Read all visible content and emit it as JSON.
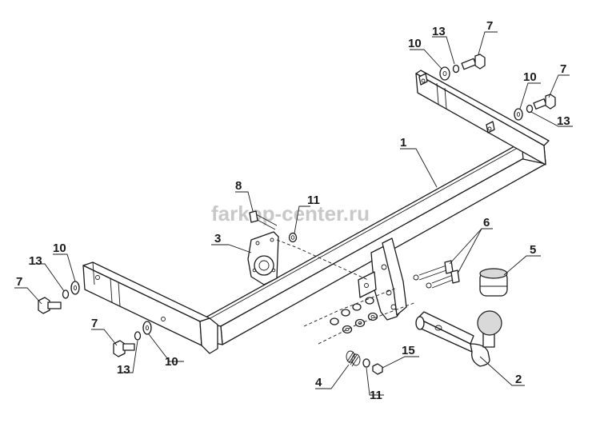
{
  "watermark": "farkop-center.ru",
  "callouts": [
    {
      "id": "c1",
      "text": "1"
    },
    {
      "id": "c2",
      "text": "2"
    },
    {
      "id": "c3",
      "text": "3"
    },
    {
      "id": "c4",
      "text": "4"
    },
    {
      "id": "c5",
      "text": "5"
    },
    {
      "id": "c6",
      "text": "6"
    },
    {
      "id": "c7a",
      "text": "7"
    },
    {
      "id": "c7b",
      "text": "7"
    },
    {
      "id": "c7c",
      "text": "7"
    },
    {
      "id": "c7d",
      "text": "7"
    },
    {
      "id": "c8",
      "text": "8"
    },
    {
      "id": "c10a",
      "text": "10"
    },
    {
      "id": "c10b",
      "text": "10"
    },
    {
      "id": "c10c",
      "text": "10"
    },
    {
      "id": "c10d",
      "text": "10"
    },
    {
      "id": "c11a",
      "text": "11"
    },
    {
      "id": "c11b",
      "text": "11"
    },
    {
      "id": "c13a",
      "text": "13"
    },
    {
      "id": "c13b",
      "text": "13"
    },
    {
      "id": "c13c",
      "text": "13"
    },
    {
      "id": "c13d",
      "text": "13"
    },
    {
      "id": "c15",
      "text": "15"
    }
  ]
}
